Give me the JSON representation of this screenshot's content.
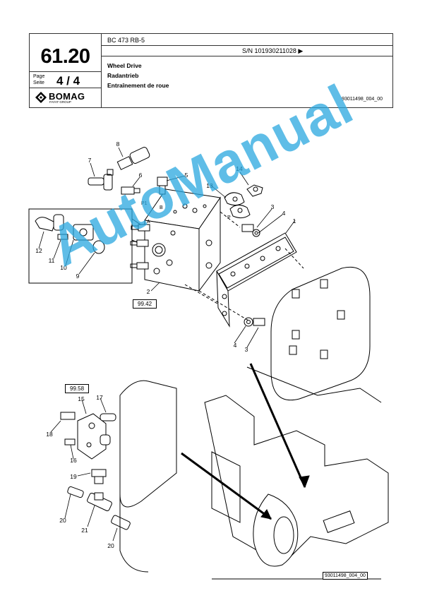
{
  "header": {
    "section_number": "61.20",
    "page_label_1": "Page",
    "page_label_2": "Seite",
    "page_number": "4 / 4",
    "logo_text": "BOMAG",
    "logo_subtext": "FAYAT GROUP",
    "model": "BC 473 RB-5",
    "serial": "S/N 101930211028 ▶",
    "titles": [
      "Wheel Drive",
      "Radantrieb",
      "Entraînement de roue"
    ],
    "doc_id": "93011498_004_00"
  },
  "references": {
    "ref_upper": "99.42",
    "ref_lower": "99.58"
  },
  "callouts": [
    "1",
    "2",
    "3",
    "4",
    "5",
    "6",
    "7",
    "8",
    "9",
    "10",
    "11",
    "12",
    "13",
    "14",
    "15",
    "16",
    "17",
    "18",
    "19",
    "20",
    "21"
  ],
  "ports": {
    "p1": "P1",
    "p": "P",
    "b": "B",
    "a": "A"
  },
  "footer_code": "93011498_004_00",
  "watermark": "AutoManual",
  "colors": {
    "watermark": "#2aa8e0",
    "line": "#000000"
  }
}
